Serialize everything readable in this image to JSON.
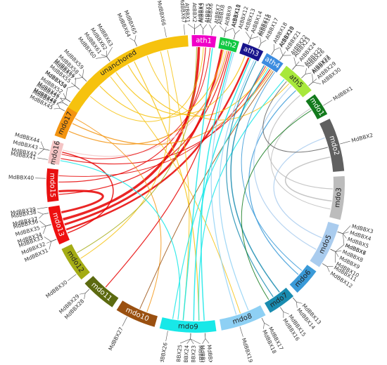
{
  "chromosomes": [
    {
      "id": "unanchored",
      "label": "unanchored",
      "color": "#f6c20e",
      "label_color": "#222222"
    },
    {
      "id": "ath1",
      "label": "ath1",
      "color": "#f000c8",
      "label_color": "#ffffff"
    },
    {
      "id": "ath2",
      "label": "ath2",
      "color": "#12c842",
      "label_color": "#ffffff"
    },
    {
      "id": "ath3",
      "label": "ath3",
      "color": "#18148c",
      "label_color": "#ffffff"
    },
    {
      "id": "ath4",
      "label": "ath4",
      "color": "#3c8ce0",
      "label_color": "#ffffff"
    },
    {
      "id": "ath5",
      "label": "ath5",
      "color": "#a8e83c",
      "label_color": "#222222"
    },
    {
      "id": "mdo1",
      "label": "mdo1",
      "color": "#127a1c",
      "label_color": "#ffffff"
    },
    {
      "id": "mdo2",
      "label": "mdo2",
      "color": "#606060",
      "label_color": "#ffffff"
    },
    {
      "id": "mdo3",
      "label": "mdo3",
      "color": "#bcbcbc",
      "label_color": "#222222"
    },
    {
      "id": "mdo5",
      "label": "mdo5",
      "color": "#aaccee",
      "label_color": "#222222"
    },
    {
      "id": "mdo6",
      "label": "mdo6",
      "color": "#3a9ad8",
      "label_color": "#222222"
    },
    {
      "id": "mdo7",
      "label": "mdo7",
      "color": "#1a8cb0",
      "label_color": "#222222"
    },
    {
      "id": "mdo8",
      "label": "mdo8",
      "color": "#8ed0f4",
      "label_color": "#222222"
    },
    {
      "id": "mdo9",
      "label": "mdo9",
      "color": "#18e8e8",
      "label_color": "#222222"
    },
    {
      "id": "mdo10",
      "label": "mdo10",
      "color": "#9a5010",
      "label_color": "#ffffff"
    },
    {
      "id": "mdo11",
      "label": "mdo11",
      "color": "#5c6a10",
      "label_color": "#ffffff"
    },
    {
      "id": "mdo12",
      "label": "mdo12",
      "color": "#a4ac14",
      "label_color": "#222222"
    },
    {
      "id": "mdo13",
      "label": "mdo13",
      "color": "#ee1010",
      "label_color": "#ffffff"
    },
    {
      "id": "mdo15",
      "label": "mdo15",
      "color": "#e81010",
      "label_color": "#ffffff"
    },
    {
      "id": "mdo16",
      "label": "mdo16",
      "color": "#f4c4c4",
      "label_color": "#222222"
    },
    {
      "id": "mdo17",
      "label": "mdo17",
      "color": "#f39410",
      "label_color": "#222222"
    }
  ],
  "genes": [
    {
      "chr": "unanchored",
      "frac": 0.02,
      "labels": [
        "MdBBX45",
        "MdBBX48"
      ]
    },
    {
      "chr": "unanchored",
      "frac": 0.06,
      "labels": [
        "MdBBX47",
        "MdBBX46"
      ]
    },
    {
      "chr": "unanchored",
      "frac": 0.09,
      "labels": [
        "MdBBX53",
        "MdBBX51",
        "MdBBX52",
        "MdBBX50"
      ]
    },
    {
      "chr": "unanchored",
      "frac": 0.19,
      "labels": [
        "MdBBX54",
        "MdBBX55",
        "MdBBX56"
      ]
    },
    {
      "chr": "unanchored",
      "frac": 0.26,
      "labels": [
        "MdBBX57",
        "MdBBX58",
        "MdBBX59"
      ]
    },
    {
      "chr": "unanchored",
      "frac": 0.46,
      "labels": [
        "MdBBX60",
        "MdBBX61",
        "MdBBX62",
        "MdBBX63"
      ]
    },
    {
      "chr": "unanchored",
      "frac": 0.66,
      "labels": [
        "MdBBX64",
        "MdBBX65"
      ]
    },
    {
      "chr": "unanchored",
      "frac": 0.86,
      "labels": [
        "MdBBX66"
      ]
    },
    {
      "chr": "unanchored",
      "frac": 0.98,
      "labels": [
        "MdBBX67"
      ]
    },
    {
      "chr": "ath1",
      "frac": 0.12,
      "labels": [
        "AtBBX1",
        "AtBBX2",
        "AtBBX3"
      ]
    },
    {
      "chr": "ath1",
      "frac": 0.45,
      "labels": [
        "AtBBX4",
        "AtBBX5"
      ]
    },
    {
      "chr": "ath1",
      "frac": 0.8,
      "labels": [
        "AtBBX6",
        "AtBBX7"
      ]
    },
    {
      "chr": "ath2",
      "frac": 0.2,
      "labels": [
        "AtBBX8",
        "AtBBX9",
        "AtBBX10"
      ]
    },
    {
      "chr": "ath2",
      "frac": 0.7,
      "labels": [
        "AtBBX11",
        "AtBBX12"
      ]
    },
    {
      "chr": "ath3",
      "frac": 0.25,
      "labels": [
        "AtBBX13",
        "AtBBX14",
        "AtBBX15"
      ]
    },
    {
      "chr": "ath3",
      "frac": 0.75,
      "labels": [
        "AtBBX16",
        "AtBBX17"
      ]
    },
    {
      "chr": "ath4",
      "frac": 0.25,
      "labels": [
        "AtBBX18",
        "AtBBX19"
      ]
    },
    {
      "chr": "ath4",
      "frac": 0.75,
      "labels": [
        "AtBBX20",
        "AtBBX21",
        "AtBBX22"
      ]
    },
    {
      "chr": "ath5",
      "frac": 0.2,
      "labels": [
        "AtBBX23",
        "AtBBX24",
        "AtBBX25"
      ]
    },
    {
      "chr": "ath5",
      "frac": 0.55,
      "labels": [
        "AtBBX26",
        "AtBBX27"
      ]
    },
    {
      "chr": "ath5",
      "frac": 0.85,
      "labels": [
        "AtBBX28",
        "AtBBX29",
        "AtBBX30"
      ]
    },
    {
      "chr": "mdo1",
      "frac": 0.6,
      "labels": [
        "MdBBX1"
      ]
    },
    {
      "chr": "mdo2",
      "frac": 0.5,
      "labels": [
        "MdBBX2"
      ]
    },
    {
      "chr": "mdo5",
      "frac": 0.15,
      "labels": [
        "MdBBX3",
        "MdBBX4",
        "MdBBX5",
        "MdBBX6"
      ]
    },
    {
      "chr": "mdo5",
      "frac": 0.55,
      "labels": [
        "MdBBX7",
        "MdBBX8",
        "MdBBX9",
        "MdBBX10"
      ]
    },
    {
      "chr": "mdo5",
      "frac": 0.9,
      "labels": [
        "MdBBX11",
        "MdBBX12"
      ]
    },
    {
      "chr": "mdo7",
      "frac": 0.05,
      "labels": [
        "MdBBX13",
        "MdBBX14"
      ]
    },
    {
      "chr": "mdo7",
      "frac": 0.6,
      "labels": [
        "MdBBX15",
        "MdBBX16"
      ]
    },
    {
      "chr": "mdo8",
      "frac": 0.1,
      "labels": [
        "MdBBX17",
        "MdBBX18"
      ]
    },
    {
      "chr": "mdo8",
      "frac": 0.6,
      "labels": [
        "MdBBX19"
      ]
    },
    {
      "chr": "mdo9",
      "frac": 0.2,
      "labels": [
        "MdBBX20",
        "MdBBX21"
      ]
    },
    {
      "chr": "mdo9",
      "frac": 0.45,
      "labels": [
        "MdBBX22",
        "MdBBX23",
        "MdBBX24",
        "MdBBX25"
      ]
    },
    {
      "chr": "mdo9",
      "frac": 0.85,
      "labels": [
        "MdBBX26"
      ]
    },
    {
      "chr": "mdo10",
      "frac": 0.7,
      "labels": [
        "MdBBX27"
      ]
    },
    {
      "chr": "mdo11",
      "frac": 0.8,
      "labels": [
        "MdBBX28",
        "MdBBX29"
      ]
    },
    {
      "chr": "mdo12",
      "frac": 0.2,
      "labels": [
        "MdBBX30"
      ]
    },
    {
      "chr": "mdo13",
      "frac": 0.15,
      "labels": [
        "MdBBX31",
        "MdBBX32",
        "MdBBX33"
      ]
    },
    {
      "chr": "mdo13",
      "frac": 0.55,
      "labels": [
        "MdBBX34",
        "MdBBX35",
        "MdBBX36"
      ]
    },
    {
      "chr": "mdo13",
      "frac": 0.85,
      "labels": [
        "MdBBX37",
        "MdBBX38"
      ]
    },
    {
      "chr": "mdo13",
      "frac": 1.0,
      "labels": [
        "MdBBX39"
      ]
    },
    {
      "chr": "mdo15",
      "frac": 0.7,
      "labels": [
        "MdBBX40"
      ]
    },
    {
      "chr": "mdo16",
      "frac": 0.15,
      "labels": [
        "MdBBX41"
      ]
    },
    {
      "chr": "mdo16",
      "frac": 0.55,
      "labels": [
        "MdBBX42",
        "MdBBX43",
        "MdBBX44"
      ]
    }
  ],
  "links": [
    {
      "from": "mdo13",
      "ff": 0.6,
      "to": "ath1",
      "tf": 0.3,
      "color": "#e60000",
      "w": 3.5
    },
    {
      "from": "mdo13",
      "ff": 0.45,
      "to": "ath2",
      "tf": 0.2,
      "color": "#e60000",
      "w": 3
    },
    {
      "from": "mdo13",
      "ff": 0.8,
      "to": "mdo15",
      "tf": 0.3,
      "color": "#e60000",
      "w": 3
    },
    {
      "from": "mdo13",
      "ff": 0.3,
      "to": "ath3",
      "tf": 0.5,
      "color": "#e60000",
      "w": 2.5
    },
    {
      "from": "mdo13",
      "ff": 0.2,
      "to": "mdo16",
      "tf": 0.6,
      "color": "#e60000",
      "w": 1.5
    },
    {
      "from": "mdo15",
      "ff": 0.6,
      "to": "ath1",
      "tf": 0.6,
      "color": "#e60000",
      "w": 1.2
    },
    {
      "from": "mdo15",
      "ff": 0.2,
      "to": "ath2",
      "tf": 0.6,
      "color": "#e60000",
      "w": 1.2
    },
    {
      "from": "mdo15",
      "ff": 0.8,
      "to": "ath4",
      "tf": 0.3,
      "color": "#e60000",
      "w": 1.0
    },
    {
      "from": "mdo16",
      "ff": 0.3,
      "to": "ath4",
      "tf": 0.6,
      "color": "#e60000",
      "w": 1.2
    },
    {
      "from": "mdo16",
      "ff": 0.7,
      "to": "ath2",
      "tf": 0.4,
      "color": "#f4c4c4",
      "w": 1.2
    },
    {
      "from": "mdo16",
      "ff": 0.5,
      "to": "ath1",
      "tf": 0.8,
      "color": "#e60000",
      "w": 1.0
    },
    {
      "from": "unanchored",
      "ff": 0.3,
      "to": "ath2",
      "tf": 0.3,
      "color": "#f6c20e",
      "w": 1.2
    },
    {
      "from": "unanchored",
      "ff": 0.45,
      "to": "ath3",
      "tf": 0.3,
      "color": "#f6c20e",
      "w": 1.2
    },
    {
      "from": "unanchored",
      "ff": 0.55,
      "to": "ath4",
      "tf": 0.4,
      "color": "#f6c20e",
      "w": 1.2
    },
    {
      "from": "unanchored",
      "ff": 0.7,
      "to": "ath5",
      "tf": 0.4,
      "color": "#f6c20e",
      "w": 1.0
    },
    {
      "from": "unanchored",
      "ff": 0.6,
      "to": "mdo9",
      "tf": 0.3,
      "color": "#f6c20e",
      "w": 1.2
    },
    {
      "from": "unanchored",
      "ff": 0.4,
      "to": "mdo8",
      "tf": 0.5,
      "color": "#f6c20e",
      "w": 1.0
    },
    {
      "from": "unanchored",
      "ff": 0.8,
      "to": "mdo12",
      "tf": 0.5,
      "color": "#f6c20e",
      "w": 1.0
    },
    {
      "from": "unanchored",
      "ff": 0.85,
      "to": "mdo9",
      "tf": 0.6,
      "color": "#f6c20e",
      "w": 1.0
    },
    {
      "from": "unanchored",
      "ff": 0.2,
      "to": "ath1",
      "tf": 0.5,
      "color": "#f6c20e",
      "w": 1.0
    },
    {
      "from": "mdo17",
      "ff": 0.3,
      "to": "ath2",
      "tf": 0.5,
      "color": "#f39410",
      "w": 1.2
    },
    {
      "from": "mdo17",
      "ff": 0.6,
      "to": "ath4",
      "tf": 0.7,
      "color": "#f39410",
      "w": 1.2
    },
    {
      "from": "mdo17",
      "ff": 0.8,
      "to": "mdo10",
      "tf": 0.3,
      "color": "#f39410",
      "w": 1.0
    },
    {
      "from": "mdo12",
      "ff": 0.7,
      "to": "ath1",
      "tf": 0.2,
      "color": "#a4ac14",
      "w": 1.0
    },
    {
      "from": "mdo11",
      "ff": 0.5,
      "to": "ath2",
      "tf": 0.7,
      "color": "#e60000",
      "w": 1.2
    },
    {
      "from": "mdo10",
      "ff": 0.5,
      "to": "ath4",
      "tf": 0.8,
      "color": "#9a5010",
      "w": 1.0
    },
    {
      "from": "mdo9",
      "ff": 0.2,
      "to": "ath2",
      "tf": 0.8,
      "color": "#18e8e8",
      "w": 1.5
    },
    {
      "from": "mdo9",
      "ff": 0.4,
      "to": "ath3",
      "tf": 0.6,
      "color": "#18e8e8",
      "w": 1.5
    },
    {
      "from": "mdo9",
      "ff": 0.6,
      "to": "ath1",
      "tf": 0.9,
      "color": "#18e8e8",
      "w": 1.5
    },
    {
      "from": "mdo9",
      "ff": 0.8,
      "to": "ath4",
      "tf": 0.5,
      "color": "#18e8e8",
      "w": 1.2
    },
    {
      "from": "mdo9",
      "ff": 0.3,
      "to": "ath5",
      "tf": 0.2,
      "color": "#18e8e8",
      "w": 1.2
    },
    {
      "from": "mdo9",
      "ff": 0.7,
      "to": "mdo16",
      "tf": 0.2,
      "color": "#18e8e8",
      "w": 1.2
    },
    {
      "from": "mdo8",
      "ff": 0.3,
      "to": "ath3",
      "tf": 0.8,
      "color": "#8ed0f4",
      "w": 1.2
    },
    {
      "from": "mdo8",
      "ff": 0.6,
      "to": "ath2",
      "tf": 0.9,
      "color": "#8ed0f4",
      "w": 1.2
    },
    {
      "from": "mdo7",
      "ff": 0.3,
      "to": "ath4",
      "tf": 0.2,
      "color": "#1a8cb0",
      "w": 1.5
    },
    {
      "from": "mdo7",
      "ff": 0.6,
      "to": "ath3",
      "tf": 0.9,
      "color": "#1a8cb0",
      "w": 1.2
    },
    {
      "from": "mdo6",
      "ff": 0.5,
      "to": "ath5",
      "tf": 0.7,
      "color": "#3a9ad8",
      "w": 1.2
    },
    {
      "from": "mdo6",
      "ff": 0.3,
      "to": "ath4",
      "tf": 0.9,
      "color": "#3a9ad8",
      "w": 1.0
    },
    {
      "from": "mdo5",
      "ff": 0.4,
      "to": "mdo2",
      "tf": 0.3,
      "color": "#aaccee",
      "w": 1.2
    },
    {
      "from": "mdo5",
      "ff": 0.7,
      "to": "ath5",
      "tf": 0.5,
      "color": "#aaccee",
      "w": 1.2
    },
    {
      "from": "mdo3",
      "ff": 0.3,
      "to": "ath5",
      "tf": 0.9,
      "color": "#bcbcbc",
      "w": 1.2
    },
    {
      "from": "mdo3",
      "ff": 0.6,
      "to": "mdo2",
      "tf": 0.7,
      "color": "#bcbcbc",
      "w": 1.5
    },
    {
      "from": "mdo3",
      "ff": 0.8,
      "to": "mdo1",
      "tf": 0.4,
      "color": "#bcbcbc",
      "w": 1.0
    },
    {
      "from": "mdo1",
      "ff": 0.5,
      "to": "mdo7",
      "tf": 0.8,
      "color": "#127a1c",
      "w": 1.0
    },
    {
      "from": "mdo2",
      "ff": 0.5,
      "to": "ath5",
      "tf": 0.3,
      "color": "#606060",
      "w": 1.0
    }
  ]
}
